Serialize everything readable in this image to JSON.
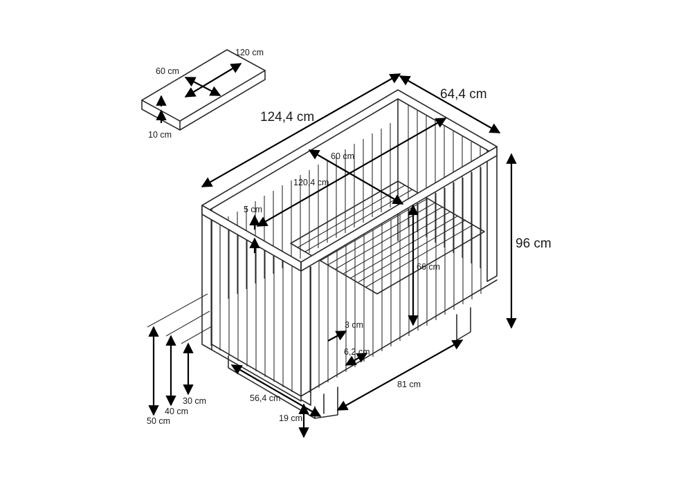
{
  "labels": {
    "mattress_length": "120 cm",
    "mattress_width": "60 cm",
    "mattress_thickness": "10 cm",
    "outer_length": "124,4 cm",
    "outer_width": "64,4 cm",
    "total_height": "96 cm",
    "inner_width": "60 cm",
    "inner_length": "120,4 cm",
    "rail_thickness": "5 cm",
    "side_height": "66 cm",
    "bar_width": "3 cm",
    "bar_gap": "6,2 cm",
    "base_length": "81 cm",
    "base_width": "56,4 cm",
    "base_height": "19 cm",
    "bed_height_high": "50 cm",
    "bed_height_mid": "40 cm",
    "bed_height_low": "30 cm"
  }
}
